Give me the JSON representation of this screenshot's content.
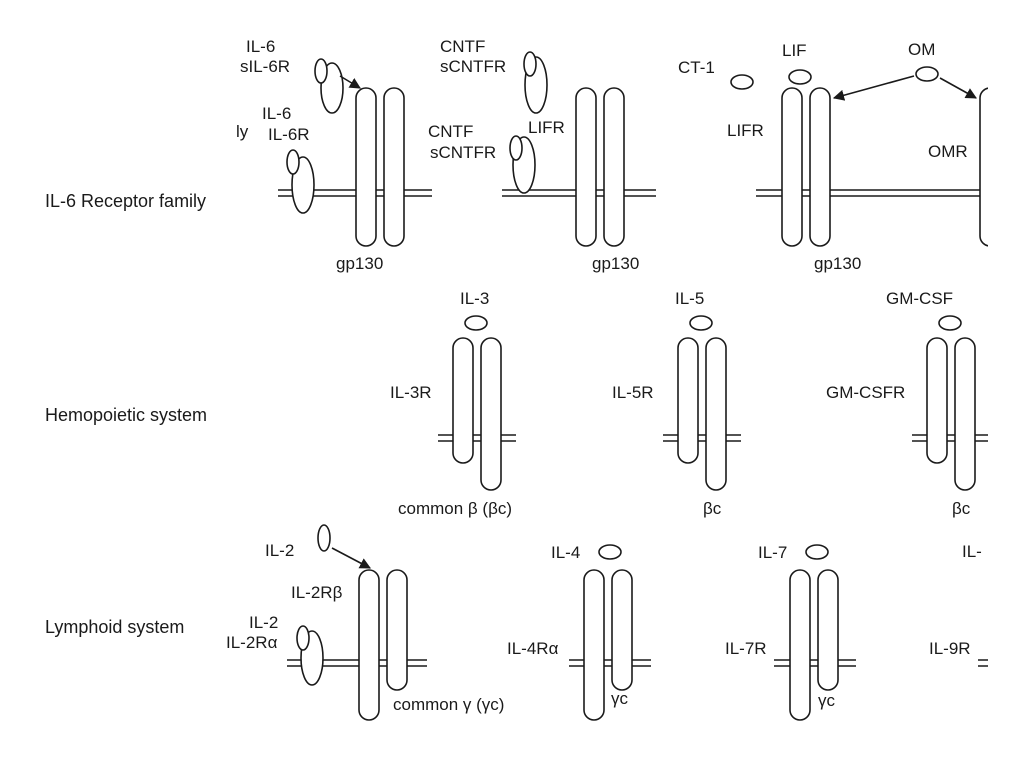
{
  "rows": {
    "il6": "IL-6 Receptor family",
    "hemo": "Hemopoietic system",
    "lymph": "Lymphoid system"
  },
  "row1": {
    "g1": {
      "il6_top": "IL-6",
      "sil6r": "sIL-6R",
      "il6": "IL-6",
      "ly": "ly",
      "il6r": "IL-6R",
      "gp130": "gp130"
    },
    "g2": {
      "cntf_top": "CNTF",
      "scntfr_top": "sCNTFR",
      "lifr": "LIFR",
      "cntf": "CNTF",
      "scntfr": "sCNTFR",
      "gp130": "gp130"
    },
    "g3": {
      "ct1": "CT-1",
      "lif": "LIF",
      "om": "OM",
      "lifr": "LIFR",
      "omr": "OMR",
      "gp130": "gp130"
    }
  },
  "row2": {
    "g1": {
      "ligand": "IL-3",
      "receptor": "IL-3R",
      "beta": "common β (βc)"
    },
    "g2": {
      "ligand": "IL-5",
      "receptor": "IL-5R",
      "beta": "βc"
    },
    "g3": {
      "ligand": "GM-CSF",
      "receptor": "GM-CSFR",
      "beta": "βc"
    }
  },
  "row3": {
    "g1": {
      "il2_top": "IL-2",
      "il2rb": "IL-2Rβ",
      "il2": "IL-2",
      "il2ra": "IL-2Rα",
      "gamma": "common γ (γc)"
    },
    "g2": {
      "ligand": "IL-4",
      "receptor": "IL-4Rα",
      "gamma": "γc"
    },
    "g3": {
      "ligand": "IL-7",
      "receptor": "IL-7R",
      "gamma": "γc"
    },
    "g4": {
      "ligand": "IL-",
      "receptor": "IL-9R"
    }
  }
}
